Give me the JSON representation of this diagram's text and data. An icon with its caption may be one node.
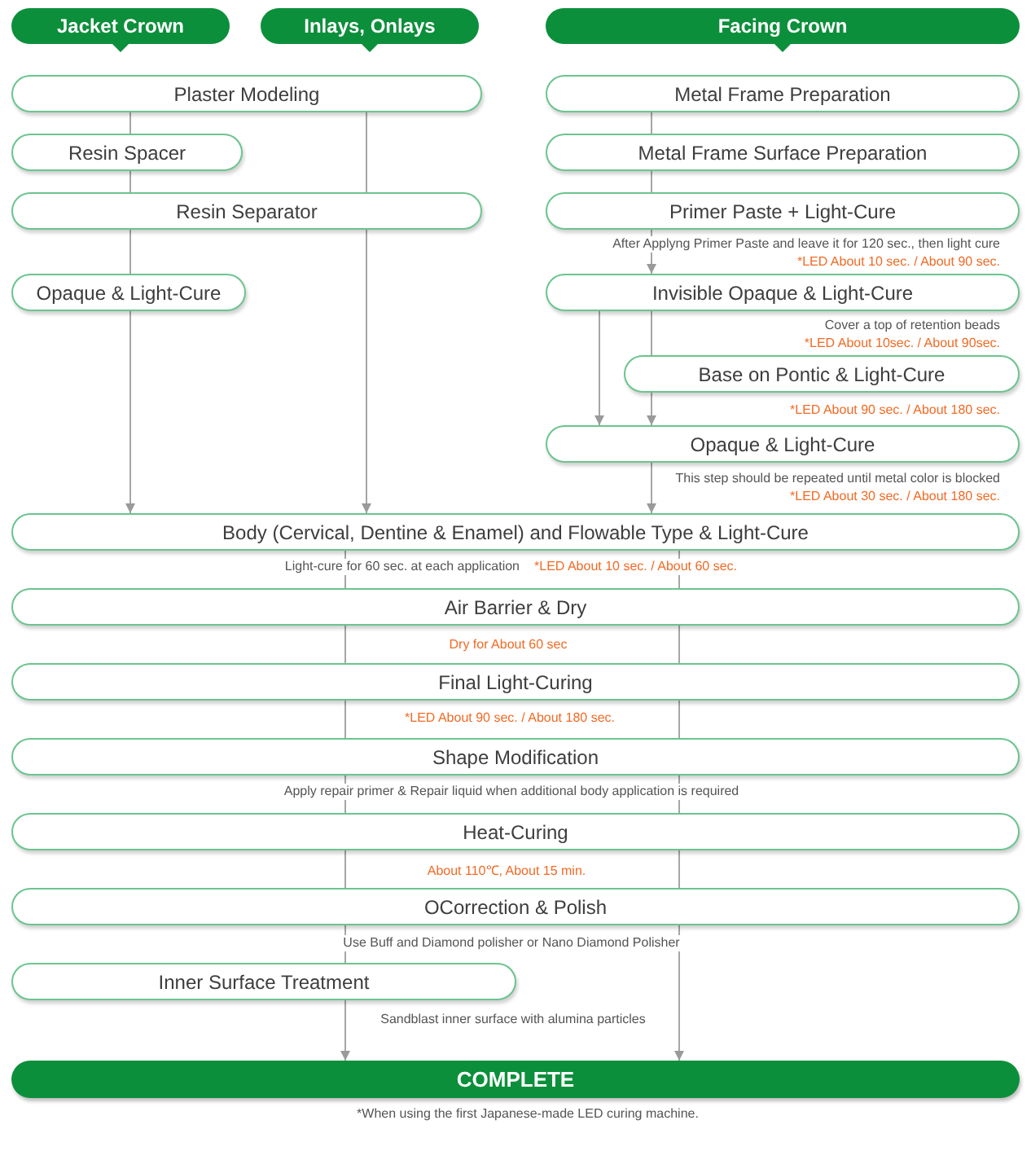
{
  "diagram": {
    "nodes": [
      {
        "text": [
          "Jacket Crown"
        ]
      },
      {
        "text": [
          "Inlays, Onlays"
        ]
      },
      {
        "text": [
          "Facing Crown"
        ]
      },
      {
        "text": [
          "Plaster Modeling"
        ]
      },
      {
        "text": [
          "Metal Frame Preparation"
        ]
      },
      {
        "text": [
          "Resin Spacer"
        ]
      },
      {
        "text": [
          "Metal Frame Surface Preparation"
        ]
      },
      {
        "text": [
          "Resin Separator"
        ]
      },
      {
        "text": [
          "Primer Paste + Light-Cure"
        ],
        "beside": [
          "After Applyng Primer Paste and leave it for 120 sec., then light cure",
          "*LED About 10 sec. / About 90 sec."
        ]
      },
      {
        "text": [
          "Opaque & Light-Cure"
        ]
      },
      {
        "text": [
          "Invisible Opaque & Light-Cure"
        ],
        "beside": [
          "Cover a top of retention beads",
          "*LED About 10sec. / About 90sec."
        ]
      },
      {
        "text": [
          "Base on Pontic & Light-Cure"
        ],
        "beside": [
          "*LED About 90 sec. / About 180 sec."
        ]
      },
      {
        "text": [
          "Opaque & Light-Cure"
        ],
        "beside": [
          "This step should be repeated until metal color is blocked",
          "*LED About 30 sec. / About 180 sec."
        ]
      },
      {
        "text": [
          "Body (Cervical, Dentine & Enamel) and Flowable Type & Light-Cure"
        ],
        "beside": [
          "Light-cure for 60 sec. at each application",
          "*LED About 10 sec. / About 60 sec."
        ]
      },
      {
        "text": [
          "Air Barrier & Dry"
        ],
        "beside": [
          "Dry for About 60 sec"
        ]
      },
      {
        "text": [
          "Final Light-Curing"
        ],
        "beside": [
          "*LED About 90 sec. / About 180 sec."
        ]
      },
      {
        "text": [
          "Shape Modification"
        ],
        "beside": [
          "Apply repair primer & Repair liquid when additional body application is required"
        ]
      },
      {
        "text": [
          "Heat-Curing"
        ],
        "beside": [
          "About 110℃, About 15 min."
        ]
      },
      {
        "text": [
          "OCorrection & Polish"
        ],
        "beside": [
          "Use Buff and Diamond polisher or Nano Diamond Polisher"
        ]
      },
      {
        "text": [
          "Inner Surface Treatment"
        ],
        "beside": [
          "Sandblast inner surface with alumina particles"
        ]
      },
      {
        "text": [
          "COMPLETE"
        ]
      }
    ],
    "edges": [
      {
        "from": 3,
        "to": 5,
        "arrow": "none"
      },
      {
        "from": 5,
        "to": 7,
        "arrow": "none"
      },
      {
        "from": 7,
        "to": 9,
        "arrow": "none"
      },
      {
        "from": 9,
        "to": 13,
        "arrow": "to"
      },
      {
        "from": 3,
        "to": 7,
        "arrow": "none"
      },
      {
        "from": 7,
        "to": 13,
        "arrow": "to"
      },
      {
        "from": 4,
        "to": 6,
        "arrow": "none"
      },
      {
        "from": 6,
        "to": 8,
        "arrow": "none"
      },
      {
        "from": 8,
        "to": 10,
        "arrow": "to"
      },
      {
        "from": 10,
        "to": 12,
        "arrow": "to"
      },
      {
        "from": 10,
        "to": 11,
        "arrow": "none"
      },
      {
        "from": 11,
        "to": 12,
        "arrow": "to"
      },
      {
        "from": 12,
        "to": 13,
        "arrow": "to"
      },
      {
        "from": 13,
        "to": 14,
        "arrow": "none"
      },
      {
        "from": 13,
        "to": 14,
        "arrow": "none"
      },
      {
        "from": 14,
        "to": 15,
        "arrow": "none"
      },
      {
        "from": 14,
        "to": 15,
        "arrow": "none"
      },
      {
        "from": 15,
        "to": 16,
        "arrow": "none"
      },
      {
        "from": 15,
        "to": 16,
        "arrow": "none"
      },
      {
        "from": 16,
        "to": 17,
        "arrow": "none"
      },
      {
        "from": 16,
        "to": 17,
        "arrow": "none"
      },
      {
        "from": 17,
        "to": 18,
        "arrow": "none"
      },
      {
        "from": 17,
        "to": 18,
        "arrow": "none"
      },
      {
        "from": 18,
        "to": 19,
        "arrow": "none"
      },
      {
        "from": 18,
        "to": 20,
        "arrow": "to"
      },
      {
        "from": 19,
        "to": 20,
        "arrow": "to"
      }
    ],
    "labels": [
      "*When using the first Japanese-made LED curing machine."
    ]
  }
}
